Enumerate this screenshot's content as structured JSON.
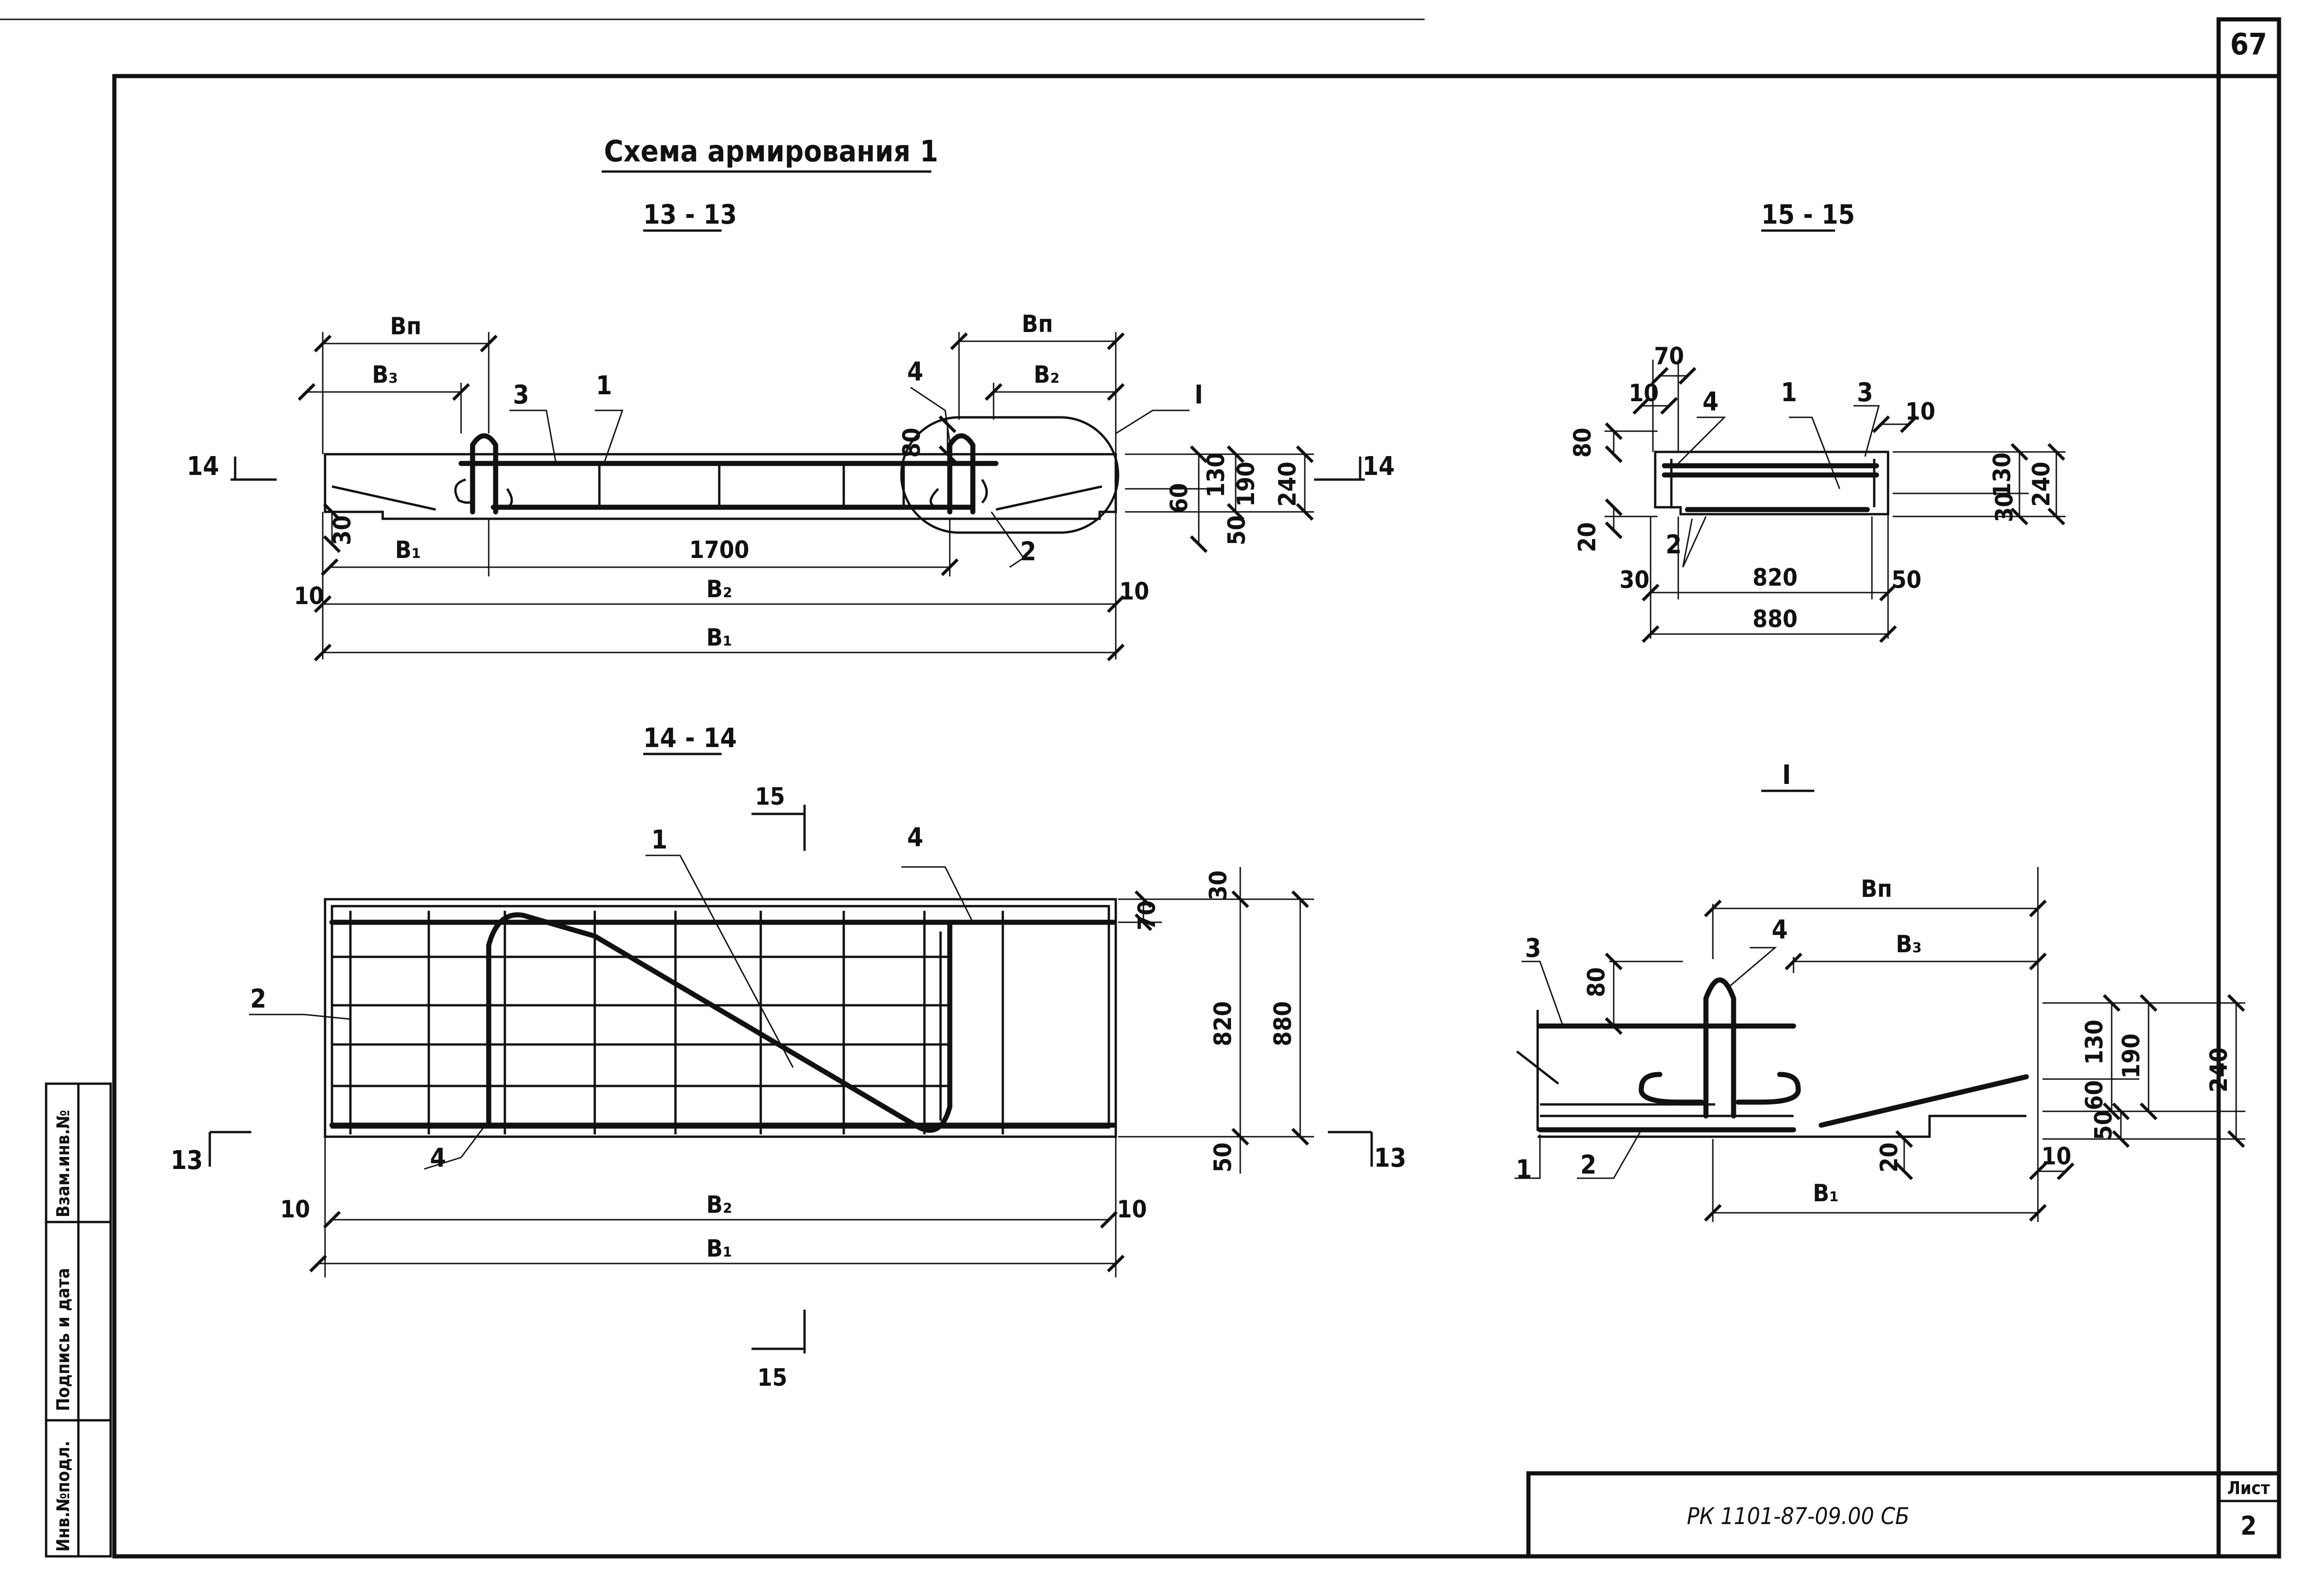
{
  "page_number": "67",
  "title": "Схема армирования 1",
  "stamp": {
    "document_code": "РК 1101-87-09.00 СБ",
    "sheet_label": "Лист",
    "sheet_number": "2"
  },
  "side_stamp": {
    "inv_podl": "Инв.№подл.",
    "signature_date": "Подпись и дата",
    "vzam_inv": "Взам.инв.№"
  },
  "section_13": {
    "title": "13 - 13",
    "cut_marker_left": "14",
    "cut_marker_right": "14",
    "dims": {
      "bn": "Bп",
      "b3": "B₃",
      "b3_right": "B₂",
      "bn_right": "Bп",
      "b1_small": "B₁",
      "span": "1700",
      "b2": "B₂",
      "b1": "B₁",
      "edge_left": "10",
      "edge_right": "10",
      "h80": "80",
      "h30": "30",
      "h60": "60",
      "h130": "130",
      "h190": "190",
      "h240": "240",
      "h50": "50"
    },
    "callouts": {
      "c1": "1",
      "c2": "2",
      "c3": "3",
      "c4": "4",
      "detail": "I"
    }
  },
  "section_14": {
    "title": "14 - 14",
    "cut_marker_top": "15",
    "cut_marker_bottom": "15",
    "cut_marker_left": "13",
    "cut_marker_right": "13",
    "dims": {
      "d70": "70",
      "d30": "30",
      "d820": "820",
      "d880": "880",
      "d50": "50",
      "edge_left": "10",
      "edge_right": "10",
      "b2": "B₂",
      "b1": "B₁"
    },
    "callouts": {
      "c1": "1",
      "c2": "2",
      "c4_top": "4",
      "c4_bottom": "4"
    }
  },
  "section_15": {
    "title": "15 - 15",
    "dims": {
      "d70": "70",
      "d10": "10",
      "d10r": "10",
      "d80": "80",
      "d20": "20",
      "d30": "30",
      "d820": "820",
      "d880": "880",
      "d50": "50",
      "d30b": "30",
      "d130": "130",
      "d240": "240"
    },
    "callouts": {
      "c1": "1",
      "c2": "2",
      "c3": "3",
      "c4": "4"
    }
  },
  "detail_I": {
    "title": "I",
    "dims": {
      "bn": "Bп",
      "b3": "B₃",
      "b1": "B₁",
      "d80": "80",
      "d130": "130",
      "d190": "190",
      "d240": "240",
      "d60": "60",
      "d50": "50",
      "d20": "20",
      "d10": "10"
    },
    "callouts": {
      "c1": "1",
      "c2": "2",
      "c3": "3",
      "c4": "4"
    }
  }
}
